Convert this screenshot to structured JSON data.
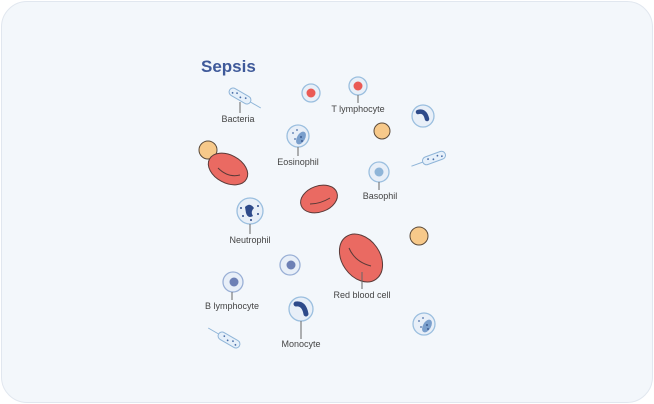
{
  "title": "Sepsis",
  "labels": {
    "bacteria": "Bacteria",
    "t_lymphocyte": "T lymphocyte",
    "eosinophil": "Eosinophil",
    "basophil": "Basophil",
    "neutrophil": "Neutrophil",
    "red_blood_cell": "Red blood cell",
    "b_lymphocyte": "B lymphocyte",
    "monocyte": "Monocyte"
  },
  "colors": {
    "title": "#3f5a9a",
    "rbc": "#ea6a62",
    "platelet": "#f7c98a",
    "cell_border": "#9bbfdf",
    "nucleus": "#3e5a99"
  }
}
